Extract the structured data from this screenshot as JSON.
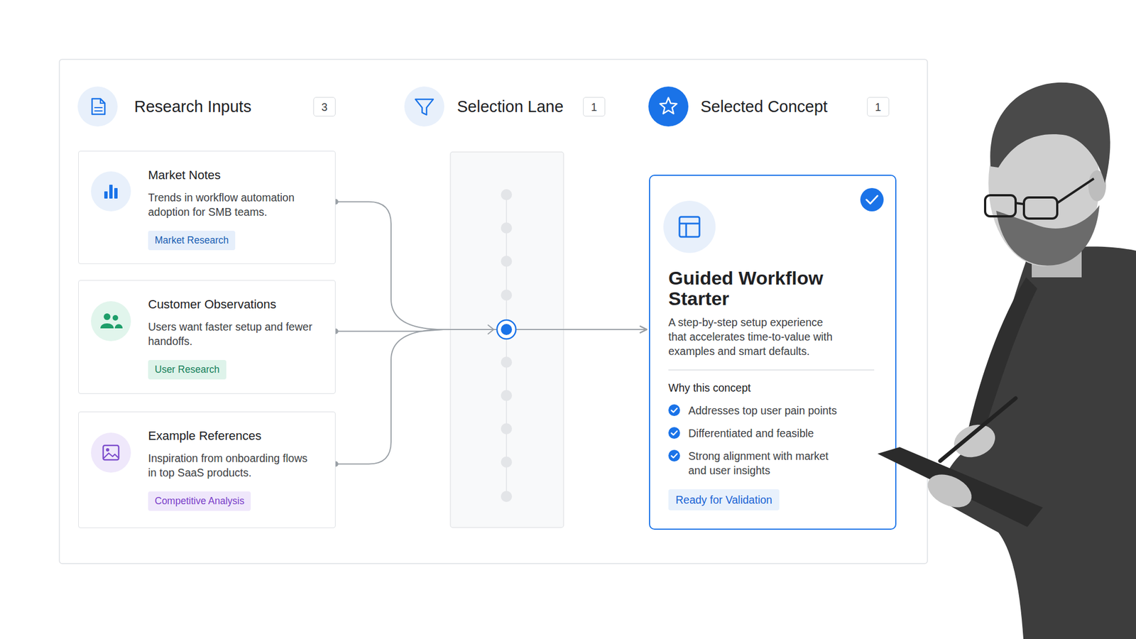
{
  "diagram": {
    "nodes": [
      {
        "text": [
          "3"
        ]
      },
      {
        "text": [
          "1"
        ]
      },
      {
        "text": [
          "1"
        ]
      },
      {
        "text": [
          "Market Notes",
          "Trends in workflow automation adoption for SMB teams."
        ]
      },
      {
        "text": [
          "Market Research"
        ],
        "in": 3
      },
      {
        "text": [
          "Customer Observations",
          "Users want faster setup and fewer handoffs."
        ]
      },
      {
        "text": [
          "User Research"
        ],
        "in": 5
      },
      {
        "text": [
          "Example References",
          "Inspiration from onboarding flows in top SaaS products."
        ]
      },
      {
        "text": [
          "Competitive Analysis"
        ],
        "in": 7
      },
      {
        "text": [
          "Guided Workflow Starter",
          "A step-by-step setup experience that accelerates time-to-value with examples and smart defaults.",
          "Why this concept",
          "Addresses top user pain points",
          "Differentiated and feasible",
          "Strong alignment with market and user insights"
        ]
      },
      {
        "text": [
          "Ready for Validation"
        ],
        "in": 9
      }
    ],
    "edges": [
      {
        "from": 3,
        "to": 9,
        "arrow": "to"
      },
      {
        "from": 5,
        "to": 9,
        "arrow": "to"
      },
      {
        "from": 7,
        "to": 9,
        "arrow": "to"
      }
    ],
    "labels": [
      "Research Inputs",
      "Selection Lane",
      "Selected Concept"
    ]
  }
}
